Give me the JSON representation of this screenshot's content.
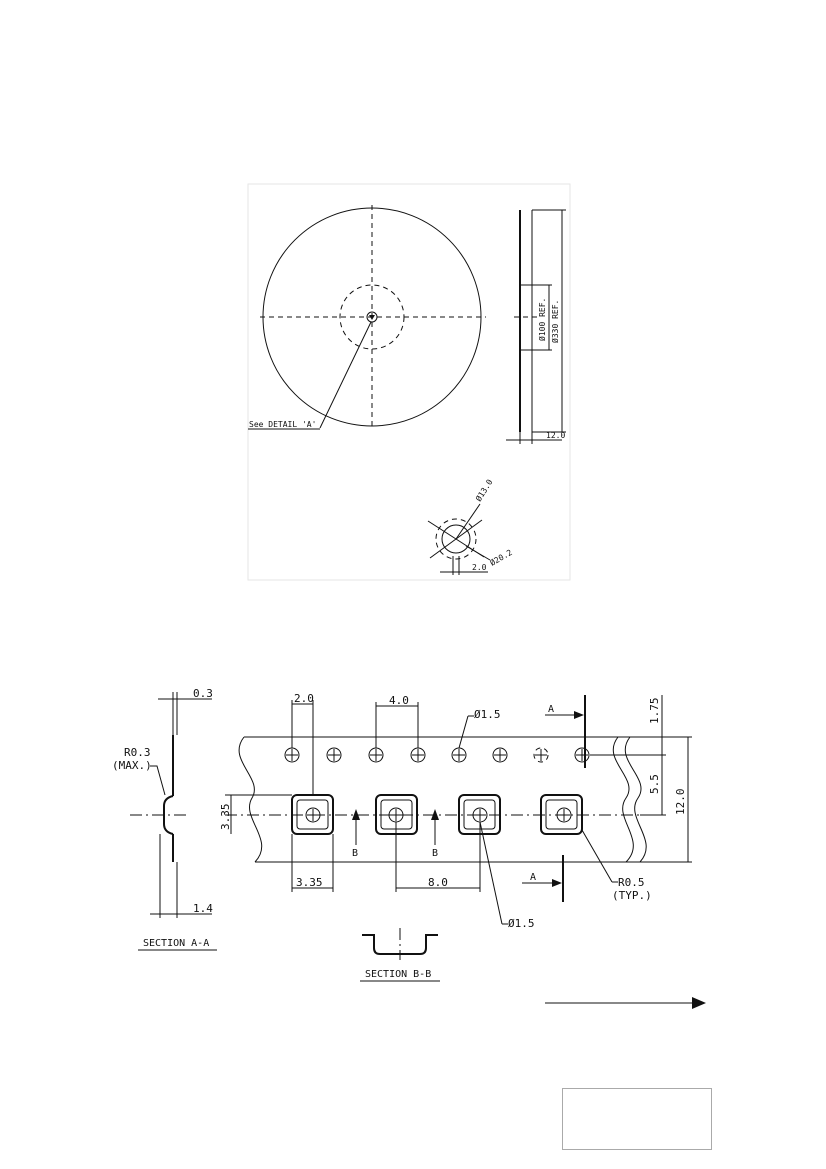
{
  "reel_drawing": {
    "detail_callout": "See DETAIL 'A'",
    "hub_diameter": "Ø100 REF.",
    "reel_diameter": "Ø330 REF.",
    "reel_width": "12.0",
    "detail_a": {
      "bore_diameter": "Ø13.0",
      "slot_diameter": "Ø20.2",
      "key_width": "2.0"
    }
  },
  "tape_drawing": {
    "section_aa": {
      "thickness": "0.3",
      "radius": "R0.3",
      "radius_note": "(MAX.)",
      "depth_offset": "3.35",
      "pocket_depth": "1.4",
      "title": "SECTION  A-A"
    },
    "sprocket_offset": "2.0",
    "sprocket_pitch": "4.0",
    "sprocket_hole": "Ø1.5",
    "edge_to_holes": "1.75",
    "holes_to_pocket": "5.5",
    "tape_width": "12.0",
    "pocket_length": "3.35",
    "pocket_pitch": "8.0",
    "pocket_hole": "Ø1.5",
    "corner_radius": "R0.5",
    "corner_note": "(TYP.)",
    "section_marker_a": "A",
    "section_marker_b": "B",
    "section_bb_title": "SECTION  B-B"
  }
}
